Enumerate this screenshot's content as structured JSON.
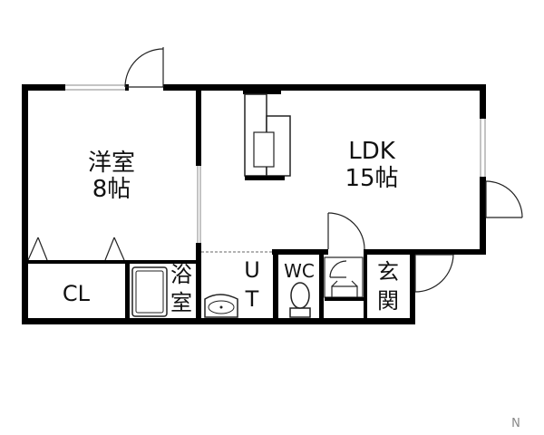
{
  "rooms": {
    "western": {
      "name": "洋室",
      "size": "8帖"
    },
    "ldk": {
      "name": "LDK",
      "size": "15帖"
    },
    "closet": {
      "name": "CL"
    },
    "bath": {
      "line1": "浴",
      "line2": "室"
    },
    "utility": {
      "line1": "U",
      "line2": "T"
    },
    "toilet": {
      "name": "WC"
    },
    "entrance": {
      "line1": "玄",
      "line2": "関"
    }
  },
  "compass": {
    "label": "N"
  }
}
